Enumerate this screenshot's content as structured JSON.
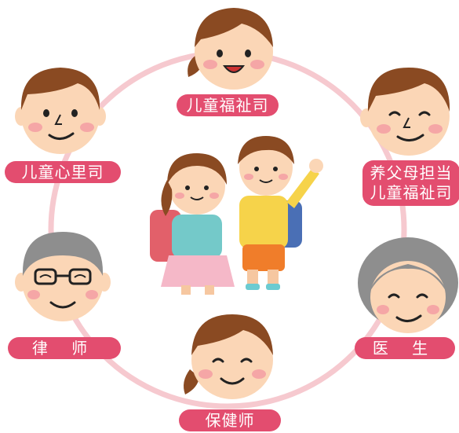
{
  "colors": {
    "label_bg": "#e34d6f",
    "ring": "#f6c9cf",
    "skin": "#fbd6b6",
    "cheek": "#f5a6a6",
    "brown_hair": "#8a4a22",
    "gray_hair": "#8e8e8e"
  },
  "roles": {
    "top": "儿童福祉司",
    "left": "儿童心里司",
    "right_line1": "养父母担当",
    "right_line2": "儿童福祉司",
    "lower_left": "律 师",
    "lower_right": "医 生",
    "bottom": "保健师"
  },
  "center_icon": "two-children-with-backpacks"
}
